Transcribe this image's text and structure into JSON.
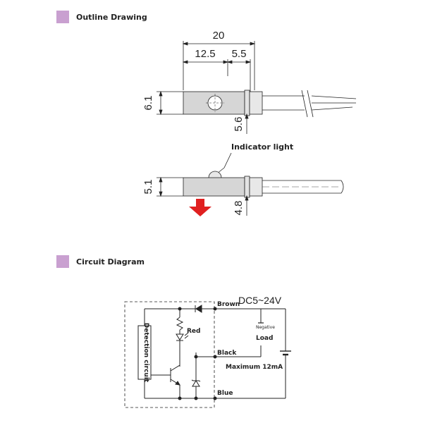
{
  "sections": {
    "outline": {
      "title": "Outline Drawing"
    },
    "circuit": {
      "title": "Circuit Diagram"
    }
  },
  "outline_drawing": {
    "dim_total": "20",
    "dim_left": "12.5",
    "dim_right": "5.5",
    "dim_height_top": "6.1",
    "dim_cable_top": "5.6",
    "dim_height_side": "5.1",
    "dim_cable_side": "4.8",
    "indicator_label": "Indicator light"
  },
  "circuit_diagram": {
    "brown": "Brown",
    "black": "Black",
    "blue": "Blue",
    "supply": "DC5~24V",
    "red_led": "Red",
    "load": "Load",
    "negative": "Negative",
    "max_current": "Maximum 12mA",
    "detection": "Detection circuit"
  },
  "colors": {
    "section_marker": "#c9a0d0",
    "arrow": "#e02020",
    "body_fill": "#d6d6d6"
  }
}
